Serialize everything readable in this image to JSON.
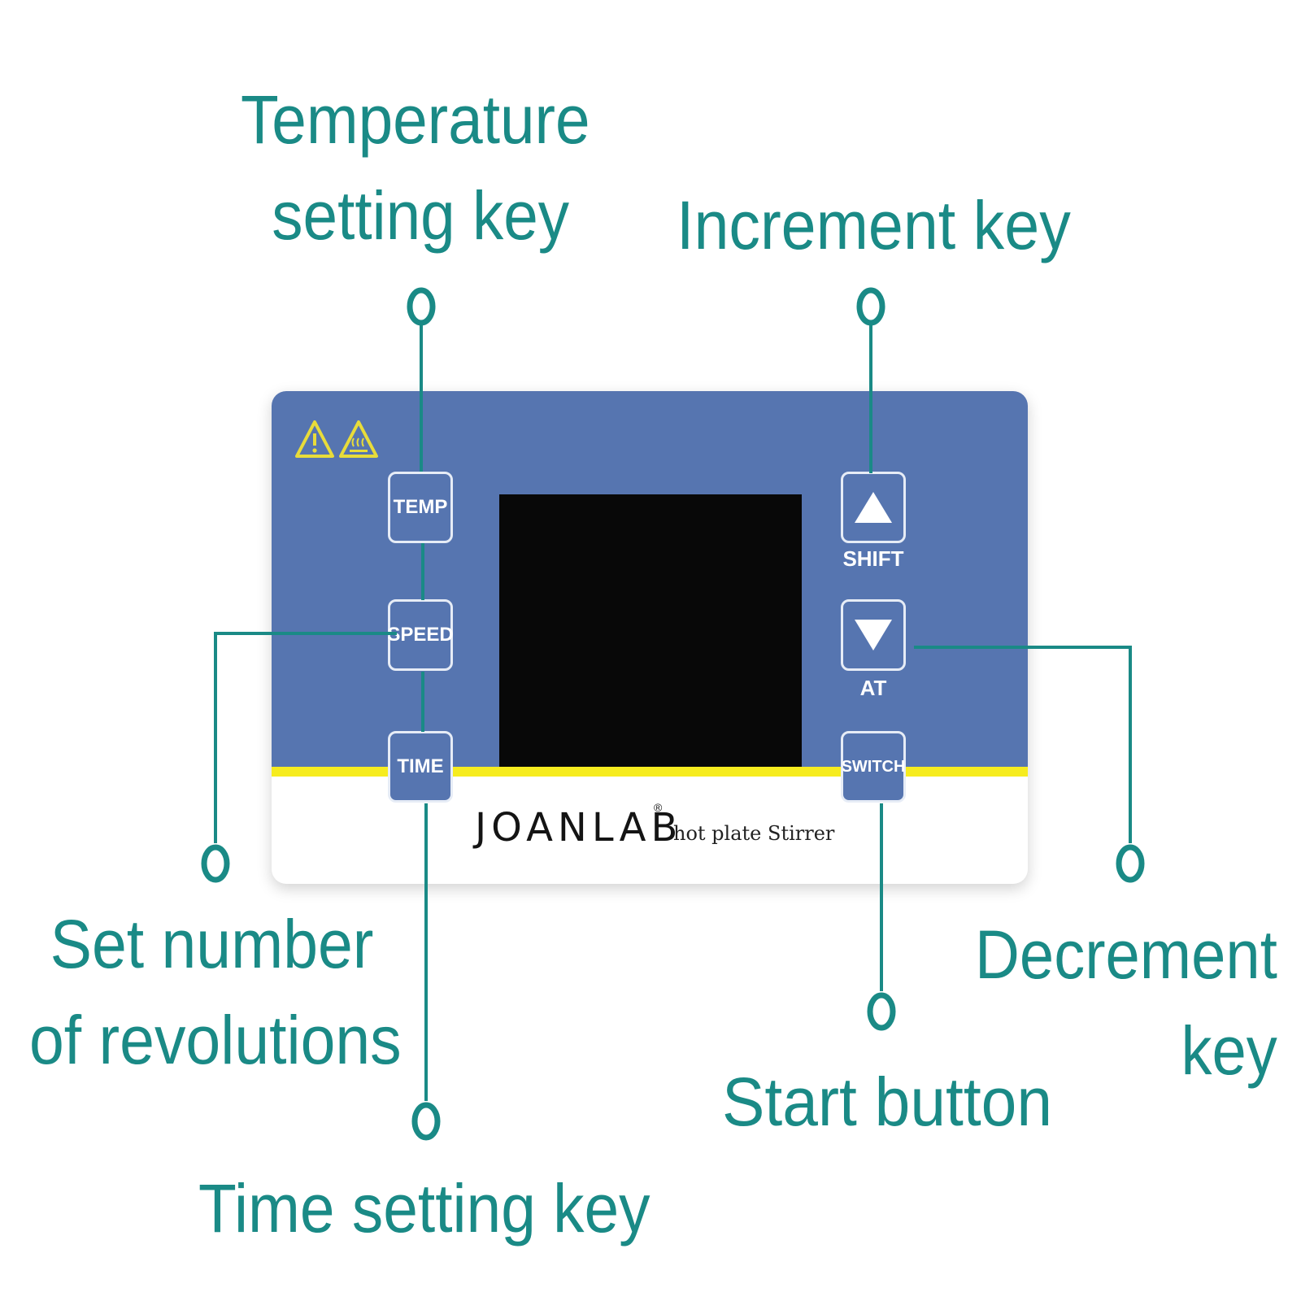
{
  "labels": {
    "temperature": [
      "Temperature",
      "setting key"
    ],
    "increment": [
      "Increment key"
    ],
    "revolutions": [
      "Set number",
      "of revolutions"
    ],
    "decrement": [
      "Decrement",
      "key"
    ],
    "start": [
      "Start button"
    ],
    "time": [
      "Time setting key"
    ]
  },
  "panel": {
    "keys": {
      "temp": "TEMP",
      "speed": "SPEED",
      "time": "TIME",
      "switch": "SWITCH"
    },
    "sublabels": {
      "shift": "SHIFT",
      "at": "AT"
    },
    "brand": "JOANLAB",
    "brand_mark": "®",
    "brand_subtitle": "hot plate Stirrer"
  },
  "colors": {
    "callout": "#1a8a86",
    "panel_blue": "#5675b0",
    "stripe_yellow": "#f6ec1f",
    "display": "#080808",
    "warning": "#e8dc3a"
  },
  "icons": {
    "up_key": "triangle-up-icon",
    "down_key": "triangle-down-icon",
    "warning": "warning-triangle-icon"
  }
}
